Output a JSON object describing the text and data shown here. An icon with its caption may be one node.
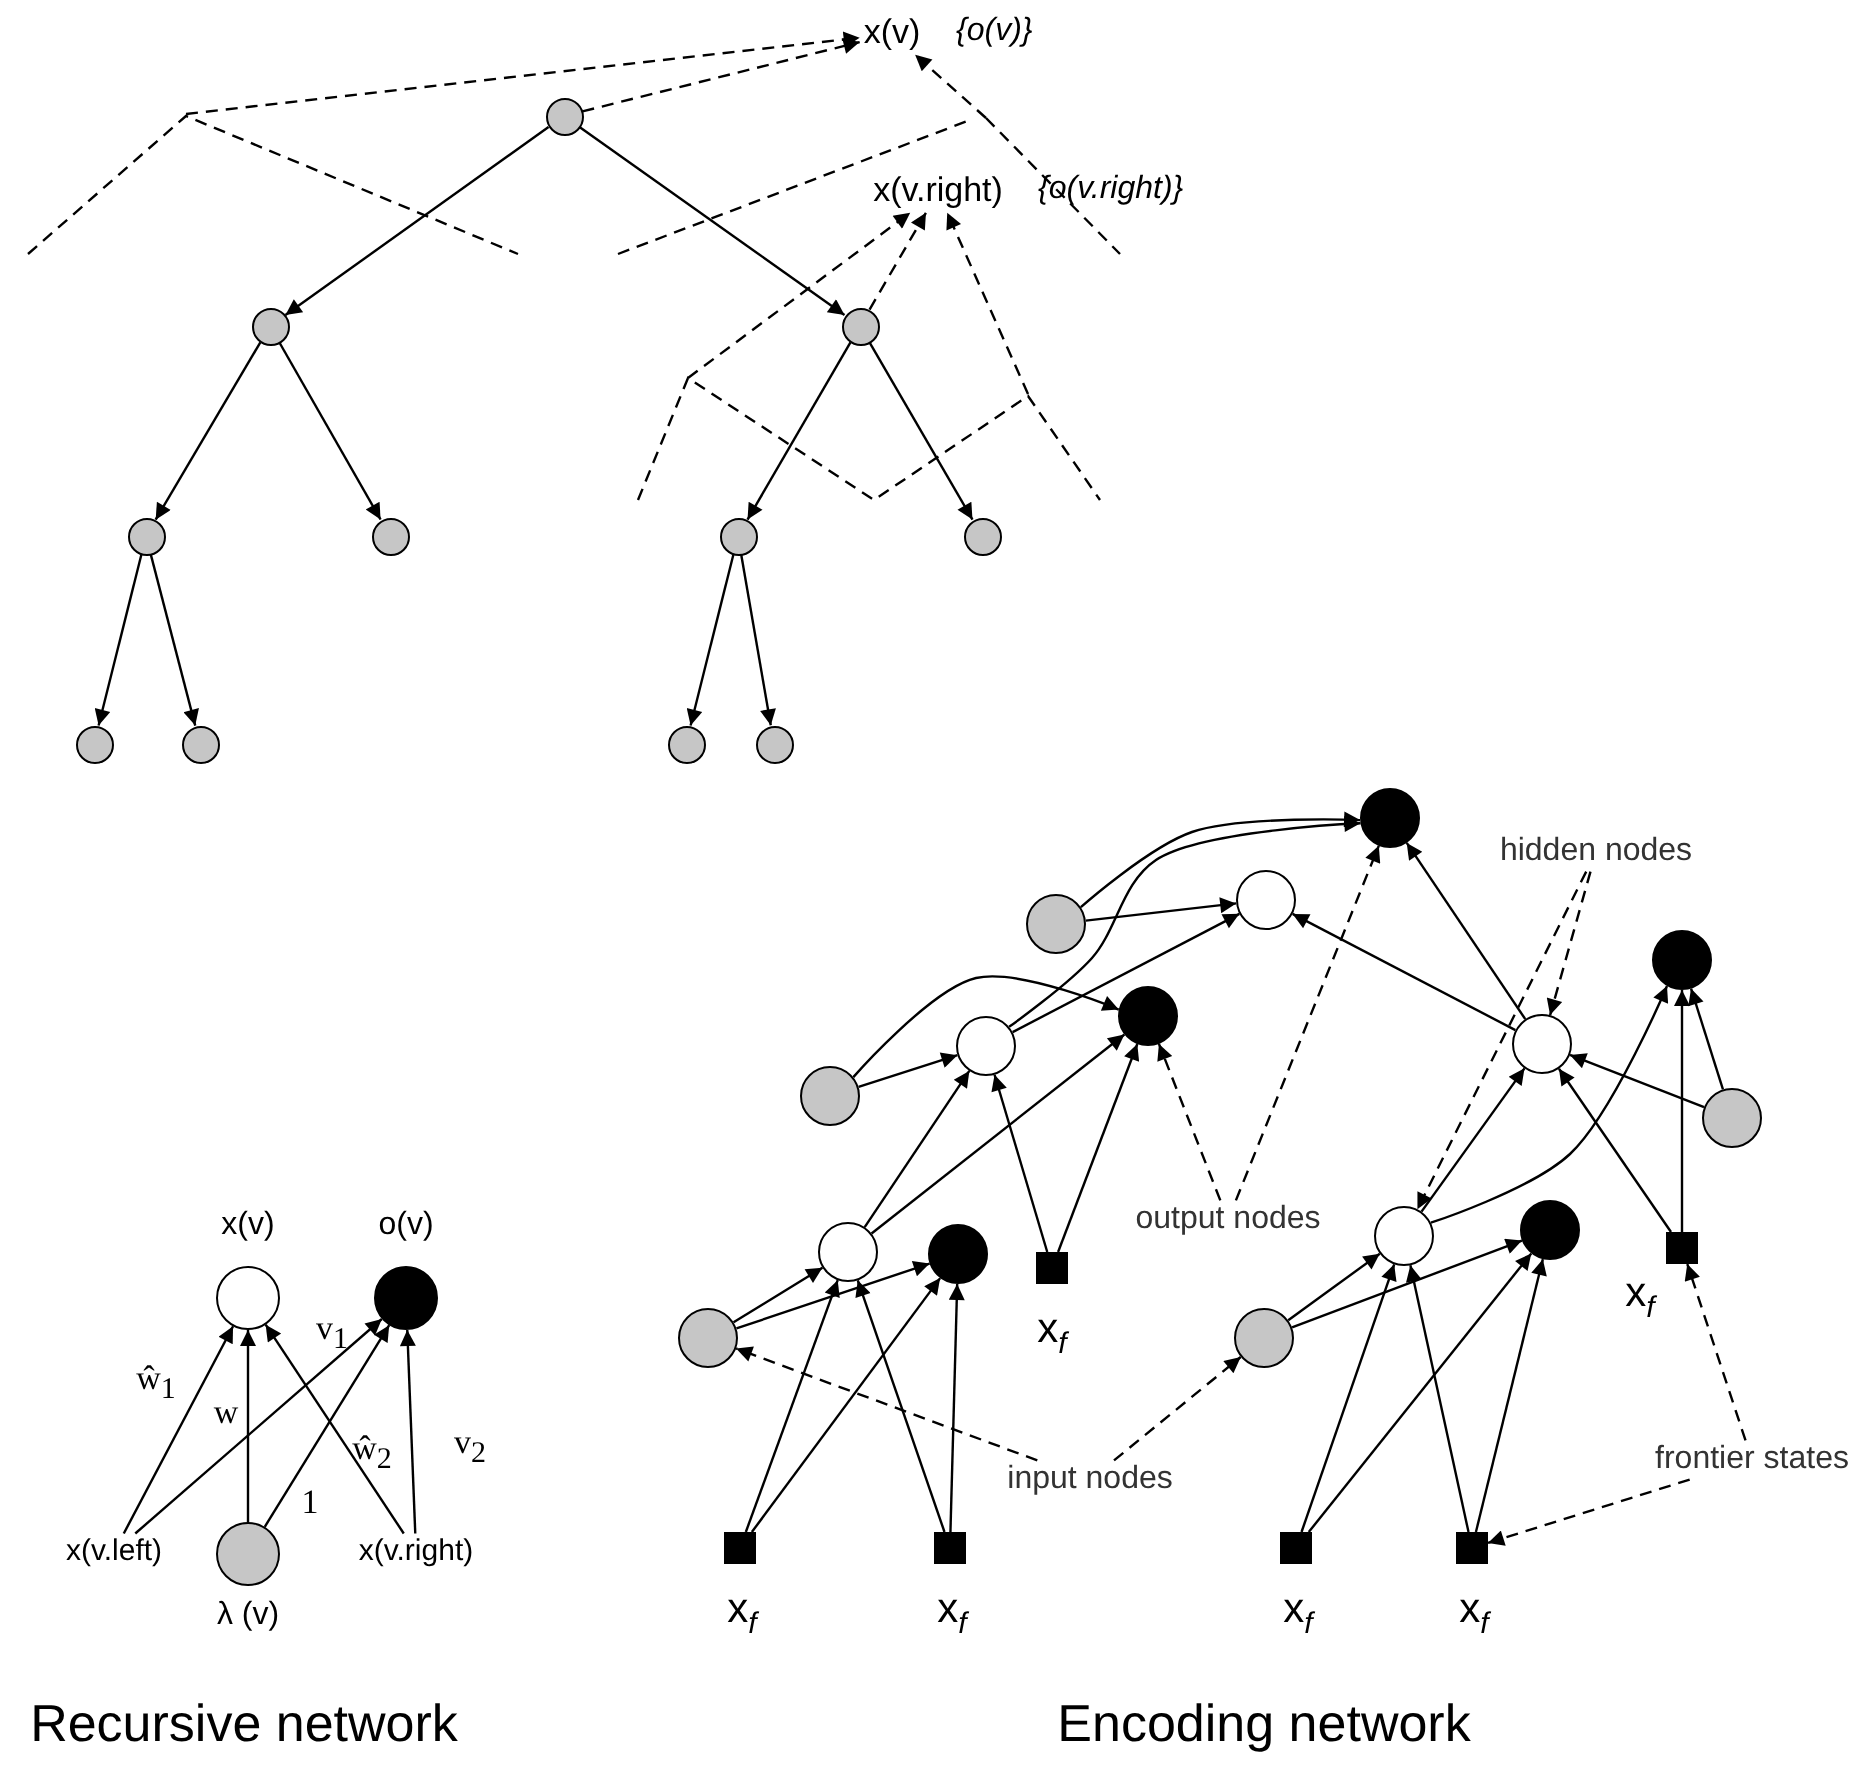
{
  "diagram": {
    "nodes": [
      {
        "text": [],
        "shape": "circle"
      },
      {
        "text": [],
        "shape": "circle"
      },
      {
        "text": [],
        "shape": "circle"
      },
      {
        "text": [],
        "shape": "circle"
      },
      {
        "text": [],
        "shape": "circle"
      },
      {
        "text": [],
        "shape": "circle"
      },
      {
        "text": [],
        "shape": "circle"
      },
      {
        "text": [],
        "shape": "circle"
      },
      {
        "text": [],
        "shape": "circle"
      },
      {
        "text": [],
        "shape": "circle"
      },
      {
        "text": [],
        "shape": "circle"
      },
      {
        "text": [
          "x(v)"
        ],
        "beside": [
          "{o(v)}"
        ]
      },
      {
        "text": [
          "x(v.right)"
        ],
        "beside": [
          "{o(v.right)}"
        ]
      },
      {
        "text": [
          "x(v)"
        ]
      },
      {
        "text": [
          "o(v)"
        ]
      },
      {
        "text": [
          "x(v.left)"
        ]
      },
      {
        "text": [
          "λ (v)"
        ]
      },
      {
        "text": [
          "x(v.right)"
        ]
      },
      {
        "text": [],
        "shape": "circle"
      },
      {
        "text": [],
        "shape": "circle"
      },
      {
        "text": [],
        "shape": "circle"
      },
      {
        "text": [],
        "shape": "circle"
      },
      {
        "text": [],
        "shape": "circle"
      },
      {
        "text": [],
        "shape": "circle"
      },
      {
        "text": [],
        "shape": "circle"
      },
      {
        "text": [],
        "shape": "circle"
      },
      {
        "text": [],
        "shape": "circle"
      },
      {
        "text": [],
        "shape": "circle"
      },
      {
        "text": [],
        "shape": "circle"
      },
      {
        "text": [],
        "shape": "circle"
      },
      {
        "text": [],
        "shape": "circle"
      },
      {
        "text": [
          "x$_{f}$"
        ]
      },
      {
        "text": [
          "x$_{f}$"
        ]
      },
      {
        "text": [],
        "shape": "circle"
      },
      {
        "text": [],
        "shape": "circle"
      },
      {
        "text": [
          "x$_{f}$"
        ]
      },
      {
        "text": [
          "x$_{f}$"
        ]
      },
      {
        "text": [
          "x$_{f}$"
        ]
      },
      {
        "text": [
          "x$_{f}$"
        ]
      },
      {
        "text": [
          "hidden nodes"
        ]
      },
      {
        "text": [
          "output nodes"
        ]
      },
      {
        "text": [
          "input nodes"
        ]
      },
      {
        "text": [
          "frontier states"
        ]
      }
    ],
    "edges": [
      {
        "from": 0,
        "to": 1,
        "arrow": "to"
      },
      {
        "from": 0,
        "to": 2,
        "arrow": "to"
      },
      {
        "from": 1,
        "to": 3,
        "arrow": "to"
      },
      {
        "from": 1,
        "to": 4,
        "arrow": "to"
      },
      {
        "from": 3,
        "to": 7,
        "arrow": "to"
      },
      {
        "from": 3,
        "to": 8,
        "arrow": "to"
      },
      {
        "from": 2,
        "to": 5,
        "arrow": "to"
      },
      {
        "from": 2,
        "to": 6,
        "arrow": "to"
      },
      {
        "from": 5,
        "to": 9,
        "arrow": "to"
      },
      {
        "from": 5,
        "to": 10,
        "arrow": "to"
      },
      {
        "from": null,
        "to": 11,
        "arrow": "to",
        "style": "dashed"
      },
      {
        "from": 0,
        "to": 11,
        "arrow": "to",
        "style": "dashed"
      },
      {
        "from": null,
        "to": 11,
        "arrow": "to",
        "style": "dashed"
      },
      {
        "from": null,
        "to": 12,
        "arrow": "to",
        "style": "dashed"
      },
      {
        "from": 2,
        "to": 12,
        "arrow": "to",
        "style": "dashed"
      },
      {
        "from": null,
        "to": 12,
        "arrow": "to",
        "style": "dashed"
      },
      {
        "from": 15,
        "to": 13,
        "arrow": "to",
        "label": "ŵ$_{1}$"
      },
      {
        "from": 16,
        "to": 13,
        "arrow": "to",
        "label": "w"
      },
      {
        "from": 17,
        "to": 13,
        "arrow": "to",
        "label": "ŵ$_{2}$"
      },
      {
        "from": 15,
        "to": 14,
        "arrow": "to",
        "label": "v$_{1}$"
      },
      {
        "from": 16,
        "to": 14,
        "arrow": "to",
        "label": "1"
      },
      {
        "from": 17,
        "to": 14,
        "arrow": "to",
        "label": "v$_{2}$"
      },
      {
        "from": 33,
        "to": 29,
        "arrow": "to"
      },
      {
        "from": 33,
        "to": 30,
        "arrow": "to"
      },
      {
        "from": 35,
        "to": 29,
        "arrow": "to"
      },
      {
        "from": 35,
        "to": 30,
        "arrow": "to"
      },
      {
        "from": 36,
        "to": 29,
        "arrow": "to"
      },
      {
        "from": 36,
        "to": 30,
        "arrow": "to"
      },
      {
        "from": 29,
        "to": 23,
        "arrow": "to"
      },
      {
        "from": 29,
        "to": 22,
        "arrow": "to"
      },
      {
        "from": 25,
        "to": 23,
        "arrow": "to"
      },
      {
        "from": 25,
        "to": 22,
        "arrow": "to"
      },
      {
        "from": 31,
        "to": 23,
        "arrow": "to"
      },
      {
        "from": 31,
        "to": 22,
        "arrow": "to"
      },
      {
        "from": 23,
        "to": 19,
        "arrow": "to"
      },
      {
        "from": 23,
        "to": 18,
        "arrow": "to"
      },
      {
        "from": 20,
        "to": 19,
        "arrow": "to"
      },
      {
        "from": 20,
        "to": 18,
        "arrow": "to"
      },
      {
        "from": 24,
        "to": 19,
        "arrow": "to"
      },
      {
        "from": 24,
        "to": 18,
        "arrow": "to"
      },
      {
        "from": 34,
        "to": 27,
        "arrow": "to"
      },
      {
        "from": 34,
        "to": 28,
        "arrow": "to"
      },
      {
        "from": 37,
        "to": 27,
        "arrow": "to"
      },
      {
        "from": 37,
        "to": 28,
        "arrow": "to"
      },
      {
        "from": 38,
        "to": 27,
        "arrow": "to"
      },
      {
        "from": 38,
        "to": 28,
        "arrow": "to"
      },
      {
        "from": 27,
        "to": 24,
        "arrow": "to"
      },
      {
        "from": 27,
        "to": 21,
        "arrow": "to"
      },
      {
        "from": 26,
        "to": 24,
        "arrow": "to"
      },
      {
        "from": 26,
        "to": 21,
        "arrow": "to"
      },
      {
        "from": 32,
        "to": 24,
        "arrow": "to"
      },
      {
        "from": 32,
        "to": 21,
        "arrow": "to"
      },
      {
        "from": 39,
        "to": 27,
        "arrow": "to",
        "style": "dashed"
      },
      {
        "from": 39,
        "to": 24,
        "arrow": "to",
        "style": "dashed"
      },
      {
        "from": 40,
        "to": 22,
        "arrow": "to",
        "style": "dashed"
      },
      {
        "from": 40,
        "to": 18,
        "arrow": "to",
        "style": "dashed"
      },
      {
        "from": 41,
        "to": 33,
        "arrow": "to",
        "style": "dashed"
      },
      {
        "from": 41,
        "to": 34,
        "arrow": "to",
        "style": "dashed"
      },
      {
        "from": 42,
        "to": 32,
        "arrow": "to",
        "style": "dashed"
      },
      {
        "from": 42,
        "to": 38,
        "arrow": "to",
        "style": "dashed"
      }
    ],
    "labels": [
      "Recursive network",
      "Encoding network"
    ]
  }
}
